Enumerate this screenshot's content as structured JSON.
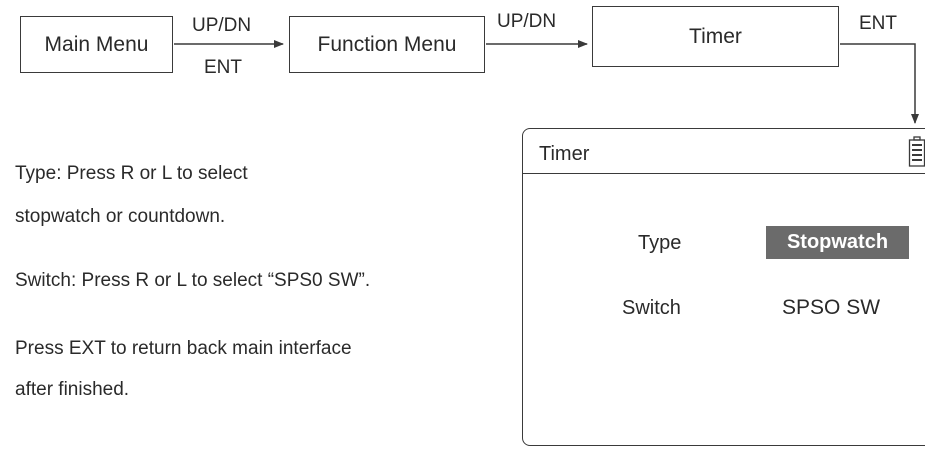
{
  "flow": {
    "main_menu": "Main Menu",
    "function_menu": "Function Menu",
    "timer": "Timer",
    "arrow1_top": "UP/DN",
    "arrow1_bottom": "ENT",
    "arrow2_top": "UP/DN",
    "arrow3_top": "ENT"
  },
  "notes": {
    "type_line1": "Type: Press R or L to select",
    "type_line2": "stopwatch or countdown.",
    "switch_line": "Switch: Press R or L to select “SPS0 SW”.",
    "exit_line1": "Press EXT to return back main interface",
    "exit_line2": "after finished."
  },
  "screen": {
    "title": "Timer",
    "battery_icon": "battery-icon",
    "type_label": "Type",
    "type_value": "Stopwatch",
    "switch_label": "Switch",
    "switch_value": "SPSO SW"
  },
  "colors": {
    "line": "#3a3a3a",
    "highlight_bg": "#6b6b6b",
    "highlight_text": "#ffffff"
  }
}
